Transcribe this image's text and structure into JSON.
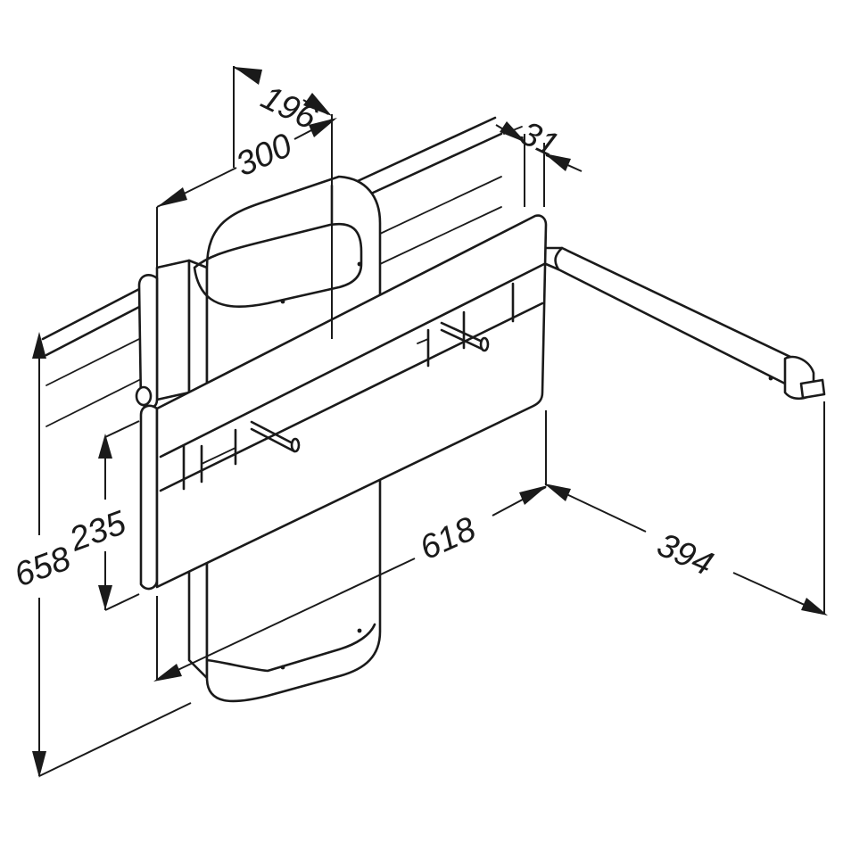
{
  "dimensions": {
    "d196": "196",
    "d300": "300",
    "d31": "31",
    "d658": "658",
    "d235": "235",
    "d618": "618",
    "d394": "394"
  },
  "colors": {
    "line": "#1a1a1a",
    "background": "#ffffff"
  }
}
